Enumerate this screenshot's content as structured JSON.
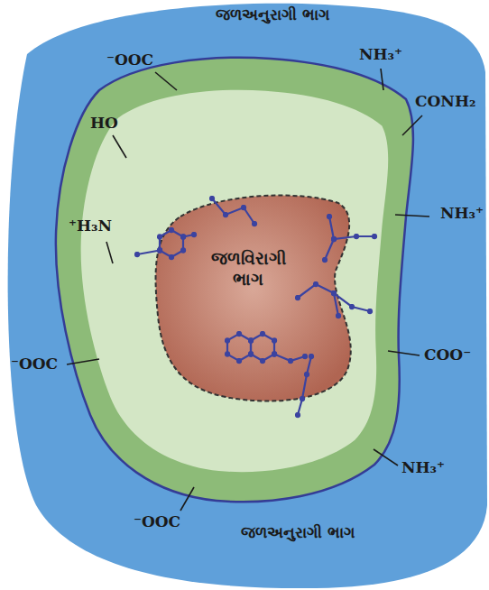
{
  "diagram": {
    "nodes": [
      {
        "text": [
          "જળઅનુરાગી ભાગ",
          "જળઅનુરાગી ભાગ"
        ]
      },
      {
        "text": [
          "જળવિરાગી ભાગ"
        ],
        "in": 0
      }
    ],
    "labels": [
      "⁻OOC",
      "NH₃⁺",
      "CONH₂",
      "HO",
      "NH₃⁺",
      "⁺H₃N",
      "COO⁻",
      "⁻OOC",
      "NH₃⁺",
      "⁻OOC"
    ]
  }
}
